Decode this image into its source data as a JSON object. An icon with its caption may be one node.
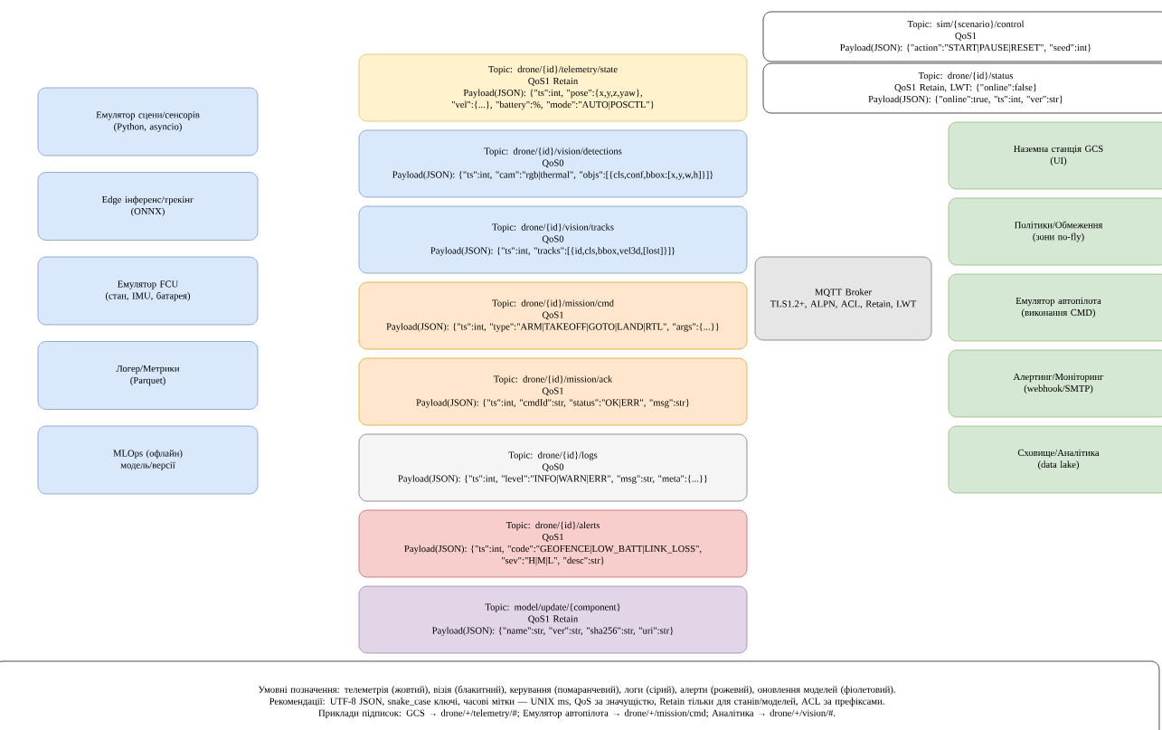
{
  "diagram": {
    "nodes": [
      {
        "text": [
          "Емулятор сцени/сенсорів",
          "(Python, asyncio)"
        ]
      },
      {
        "text": [
          "Edge інференс/трекінг",
          "(ONNX)"
        ]
      },
      {
        "text": [
          "Емулятор FCU",
          "(стан, IMU, батарея)"
        ]
      },
      {
        "text": [
          "Логер/Метрики",
          "(Parquet)"
        ]
      },
      {
        "text": [
          "MLOps (офлайн)",
          "модель/версії"
        ]
      },
      {
        "text": [
          "Topic: drone/{id}/telemetry/state",
          "QoS1 Retain",
          "Payload(JSON): {\"ts\":int, \"pose\":{x,y,z,yaw}, \"vel\":{...}, \"battery\":%, \"mode\":\"AUTO|POSCTL\"}"
        ]
      },
      {
        "text": [
          "Topic: drone/{id}/vision/detections",
          "QoS0",
          "Payload(JSON): {\"ts\":int, \"cam\":\"rgb|thermal\", \"objs\":[{cls,conf,bbox:[x,y,w,h]}]}"
        ]
      },
      {
        "text": [
          "Topic: drone/{id}/vision/tracks",
          "QoS0",
          "Payload(JSON): {\"ts\":int, \"tracks\":[{id,cls,bbox,vel3d,[lost]}]}"
        ]
      },
      {
        "text": [
          "Topic: drone/{id}/mission/cmd",
          "QoS1",
          "Payload(JSON): {\"ts\":int, \"type\":\"ARM|TAKEOFF|GOTO|LAND|RTL\", \"args\":{...}}"
        ]
      },
      {
        "text": [
          "Topic: drone/{id}/mission/ack",
          "QoS1",
          "Payload(JSON): {\"ts\":int, \"cmdId\":str, \"status\":\"OK|ERR\", \"msg\":str}"
        ]
      },
      {
        "text": [
          "Topic: drone/{id}/logs",
          "QoS0",
          "Payload(JSON): {\"ts\":int, \"level\":\"INFO|WARN|ERR\", \"msg\":str, \"meta\":{...}}"
        ]
      },
      {
        "text": [
          "Topic: drone/{id}/alerts",
          "QoS1",
          "Payload(JSON): {\"ts\":int, \"code\":\"GEOFENCE|LOW_BATT|LINK_LOSS\", \"sev\":\"H|M|L\", \"desc\":str}"
        ]
      },
      {
        "text": [
          "Topic: model/update/{component}",
          "QoS1 Retain",
          "Payload(JSON): {\"name\":str, \"ver\":str, \"sha256\":str, \"uri\":str}"
        ]
      },
      {
        "text": [
          "Topic: sim/{scenario}/control",
          "QoS1",
          "Payload(JSON): {\"action\":\"START|PAUSE|RESET\", \"seed\":int}"
        ]
      },
      {
        "text": [
          "Topic: drone/{id}/status",
          "QoS1 Retain, LWT: {\"online\":false}",
          "Payload(JSON): {\"online\":true, \"ts\":int, \"ver\":str}"
        ]
      },
      {
        "text": [
          "MQTT Broker",
          "TLS1.2+, ALPN, ACL, Retain, LWT"
        ]
      },
      {
        "text": [
          "Наземна станція GCS",
          "(UI)"
        ]
      },
      {
        "text": [
          "Політики/Обмеження",
          "(зони no-fly)"
        ]
      },
      {
        "text": [
          "Емулятор автопілота",
          "(виконання CMD)"
        ]
      },
      {
        "text": [
          "Алертинг/Моніторинг",
          "(webhook/SMTP)"
        ]
      },
      {
        "text": [
          "Сховище/Аналітика",
          "(data lake)"
        ]
      },
      {
        "text": [
          "Умовні позначення: телеметрія (жовтий), візія (блакитний), керування (помаранчевий), логи (сірий), алерти (рожевий), оновлення моделей (фіолетовий).",
          "Рекомендації: UTF-8 JSON, snake_case ключі, часові мітки — UNIX ms, QoS за значущістю, Retain тільки для станів/моделей, ACL за префіксами.",
          "Приклади підписок: GCS → drone/+/telemetry/#; Емулятор автопілота → drone/+/mission/cmd; Аналітика → drone/+/vision/#."
        ]
      }
    ]
  }
}
